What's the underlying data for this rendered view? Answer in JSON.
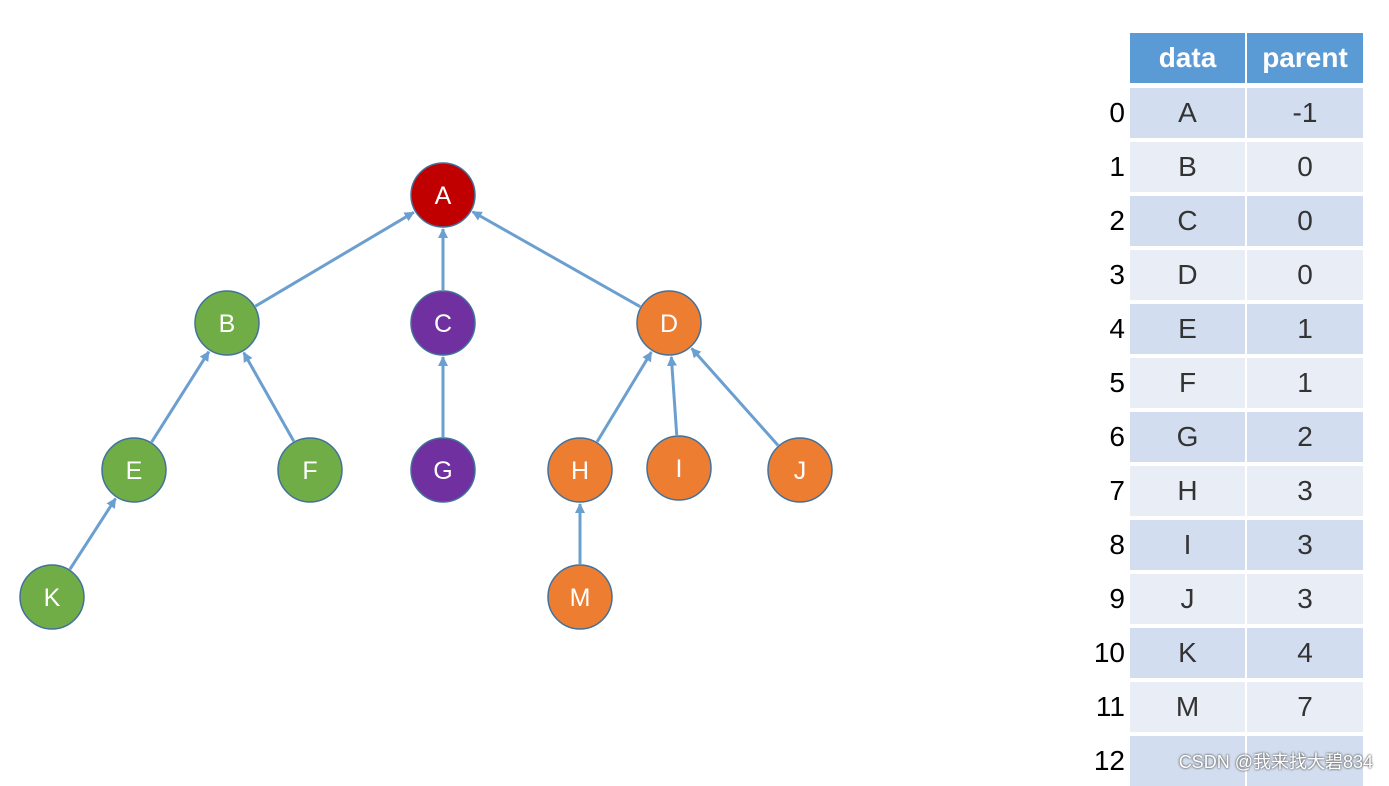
{
  "tree": {
    "nodes": [
      {
        "id": "A",
        "label": "A",
        "color": "#c00000"
      },
      {
        "id": "B",
        "label": "B",
        "color": "#70ad47"
      },
      {
        "id": "C",
        "label": "C",
        "color": "#7030a0"
      },
      {
        "id": "D",
        "label": "D",
        "color": "#ed7d31"
      },
      {
        "id": "E",
        "label": "E",
        "color": "#70ad47"
      },
      {
        "id": "F",
        "label": "F",
        "color": "#70ad47"
      },
      {
        "id": "G",
        "label": "G",
        "color": "#7030a0"
      },
      {
        "id": "H",
        "label": "H",
        "color": "#ed7d31"
      },
      {
        "id": "I",
        "label": "I",
        "color": "#ed7d31"
      },
      {
        "id": "J",
        "label": "J",
        "color": "#ed7d31"
      },
      {
        "id": "K",
        "label": "K",
        "color": "#70ad47"
      },
      {
        "id": "M",
        "label": "M",
        "color": "#ed7d31"
      }
    ],
    "edges": [
      {
        "from": "B",
        "to": "A"
      },
      {
        "from": "C",
        "to": "A"
      },
      {
        "from": "D",
        "to": "A"
      },
      {
        "from": "E",
        "to": "B"
      },
      {
        "from": "F",
        "to": "B"
      },
      {
        "from": "G",
        "to": "C"
      },
      {
        "from": "H",
        "to": "D"
      },
      {
        "from": "I",
        "to": "D"
      },
      {
        "from": "J",
        "to": "D"
      },
      {
        "from": "K",
        "to": "E"
      },
      {
        "from": "M",
        "to": "H"
      }
    ],
    "edge_color": "#6a9fcf"
  },
  "table": {
    "headers": {
      "data": "data",
      "parent": "parent"
    },
    "header_color": "#5b9bd5",
    "rows": [
      {
        "index": "0",
        "data": "A",
        "parent": "-1"
      },
      {
        "index": "1",
        "data": "B",
        "parent": "0"
      },
      {
        "index": "2",
        "data": "C",
        "parent": "0"
      },
      {
        "index": "3",
        "data": "D",
        "parent": "0"
      },
      {
        "index": "4",
        "data": "E",
        "parent": "1"
      },
      {
        "index": "5",
        "data": "F",
        "parent": "1"
      },
      {
        "index": "6",
        "data": "G",
        "parent": "2"
      },
      {
        "index": "7",
        "data": "H",
        "parent": "3"
      },
      {
        "index": "8",
        "data": "I",
        "parent": "3"
      },
      {
        "index": "9",
        "data": "J",
        "parent": "3"
      },
      {
        "index": "10",
        "data": "K",
        "parent": "4"
      },
      {
        "index": "11",
        "data": "M",
        "parent": "7"
      },
      {
        "index": "12",
        "data": "",
        "parent": ""
      }
    ]
  },
  "watermark": "CSDN @我来找大碧834"
}
